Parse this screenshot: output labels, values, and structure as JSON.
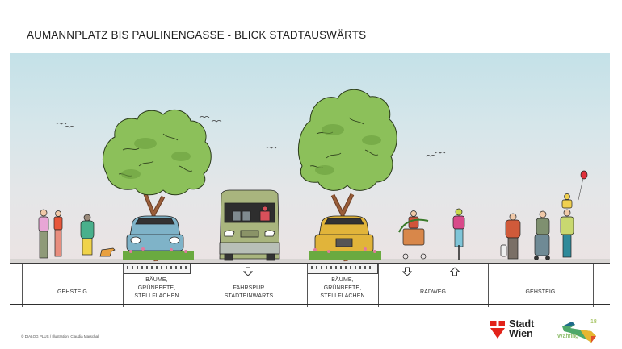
{
  "title": "AUMANNPLATZ BIS PAULINENGASSE - BLICK STADTAUSWÄRTS",
  "segments": [
    {
      "label_lines": [
        "GEHSTEIG"
      ]
    },
    {
      "label_lines": [
        "BÄUME,",
        "GRÜNBEETE,",
        "STELLFLÄCHEN"
      ]
    },
    {
      "label_lines": [
        "FAHRSPUR",
        "STADTEINWÄRTS"
      ],
      "arrow": "down"
    },
    {
      "label_lines": [
        "BÄUME,",
        "GRÜNBEETE,",
        "STELLFLÄCHEN"
      ]
    },
    {
      "label_lines": [
        "RADWEG"
      ],
      "arrows": [
        "down",
        "up"
      ]
    },
    {
      "label_lines": [
        "GEHSTEIG"
      ]
    }
  ],
  "scene": {
    "elements": [
      "pedestrians-couple",
      "woman-with-dog",
      "tree-left",
      "blue-car-parked",
      "green-van",
      "tree-right",
      "yellow-car-parked",
      "cargo-bike-rider",
      "cyclist",
      "elderly-man-with-dog",
      "man-with-stroller",
      "woman-with-child-and-balloon"
    ],
    "colors": {
      "sky_top": "#c4e1e8",
      "sky_bottom": "#ebe3e3",
      "foliage": "#8cc05a",
      "foliage_dark": "#6a9e3e",
      "trunk": "#9a5e3a",
      "blue_car": "#7fb3c8",
      "van": "#a9b57e",
      "yellow_car": "#e1b43a",
      "balloon": "#e0303a"
    }
  },
  "footer": {
    "credit": "© DIALOG PLUS / Illustration: Claudia Marschall",
    "logo_stadt_wien": [
      "Stadt",
      "Wien"
    ],
    "logo_waehring_text": "Währing",
    "logo_waehring_district": "18"
  }
}
